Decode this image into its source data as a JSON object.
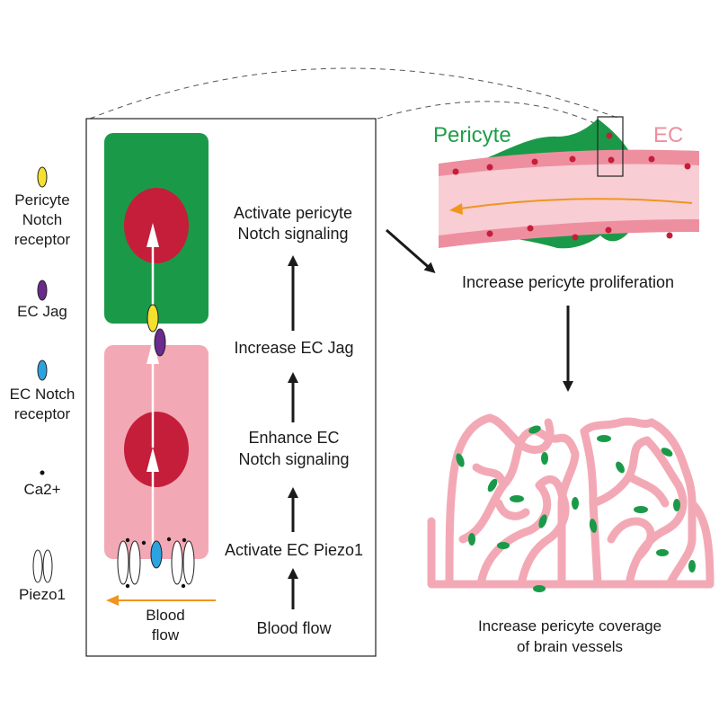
{
  "legend": {
    "pericyte_notch": [
      "Pericyte",
      "Notch",
      "receptor"
    ],
    "ec_jag": "EC Jag",
    "ec_notch": [
      "EC Notch",
      "receptor"
    ],
    "ca2": "Ca2+",
    "piezo1": "Piezo1"
  },
  "cell_panel": {
    "blood_flow_label": [
      "Blood",
      "flow"
    ]
  },
  "steps": {
    "blood_flow": "Blood flow",
    "activate_piezo1": "Activate EC Piezo1",
    "enhance_notch": [
      "Enhance  EC",
      "Notch signaling"
    ],
    "increase_jag": "Increase EC Jag",
    "activate_pericyte_notch": [
      "Activate pericyte",
      "Notch signaling"
    ]
  },
  "vessel": {
    "pericyte_label": "Pericyte",
    "ec_label": "EC"
  },
  "outcomes": {
    "proliferation": "Increase pericyte proliferation",
    "coverage": [
      "Increase pericyte coverage",
      "of brain vessels"
    ]
  },
  "colors": {
    "pericyte_green": "#1a9a48",
    "ec_pink": "#f3a9b5",
    "nucleus_red": "#c41e3a",
    "notch_yellow": "#f5e030",
    "jag_purple": "#6a2a8e",
    "ec_notch_blue": "#2ba3e0",
    "flow_orange": "#f0961e"
  }
}
